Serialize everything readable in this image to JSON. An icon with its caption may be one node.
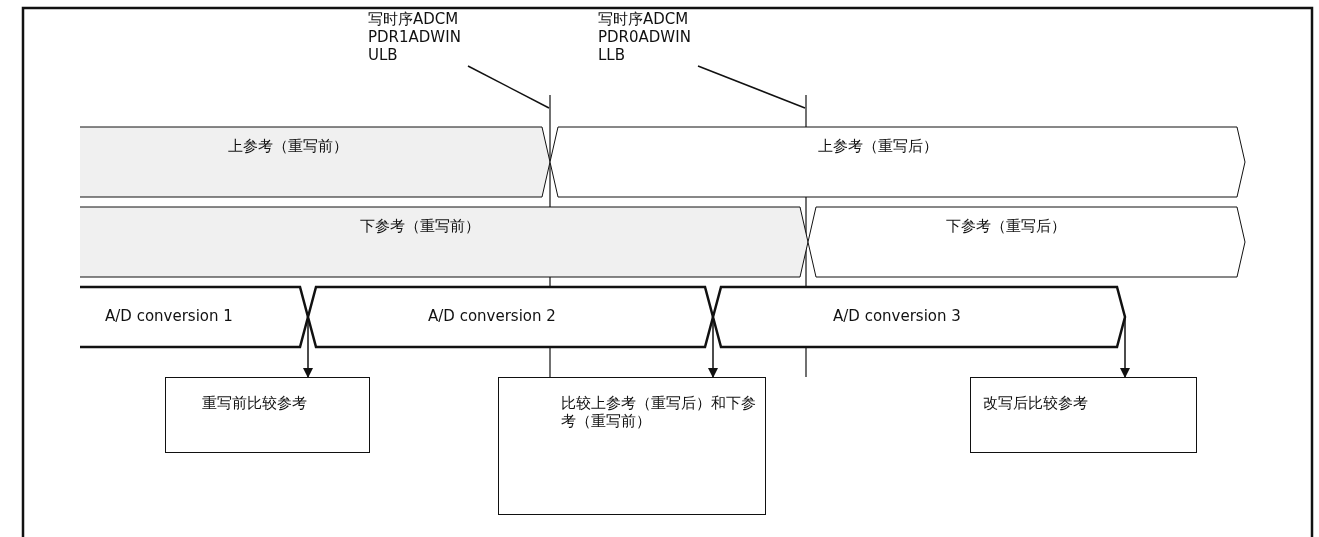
{
  "diagram": {
    "nodes": [
      {
        "text": [
          "写时序ADCM PDR1ADWIN ULB"
        ]
      },
      {
        "text": [
          "写时序ADCM PDR0ADWIN LLB"
        ]
      },
      {
        "text": [
          "上参考（重写前）"
        ]
      },
      {
        "text": [
          "上参考（重写后）"
        ]
      },
      {
        "text": [
          "下参考（重写前）"
        ]
      },
      {
        "text": [
          "下参考（重写后）"
        ]
      },
      {
        "text": [
          "A/D conversion 1"
        ]
      },
      {
        "text": [
          "A/D conversion 2"
        ]
      },
      {
        "text": [
          "A/D conversion 3"
        ]
      },
      {
        "text": [
          "重写前比较参考"
        ]
      },
      {
        "text": [
          "比较上参考（重写后）和下参考（重写前）"
        ]
      },
      {
        "text": [
          "改写后比较参考"
        ]
      }
    ],
    "edges": [
      {
        "from": 0,
        "to": null,
        "arrow": "none"
      },
      {
        "from": 1,
        "to": null,
        "arrow": "none"
      },
      {
        "from": 6,
        "to": 9,
        "arrow": "to"
      },
      {
        "from": 7,
        "to": 10,
        "arrow": "to"
      },
      {
        "from": 8,
        "to": 11,
        "arrow": "to"
      }
    ]
  }
}
